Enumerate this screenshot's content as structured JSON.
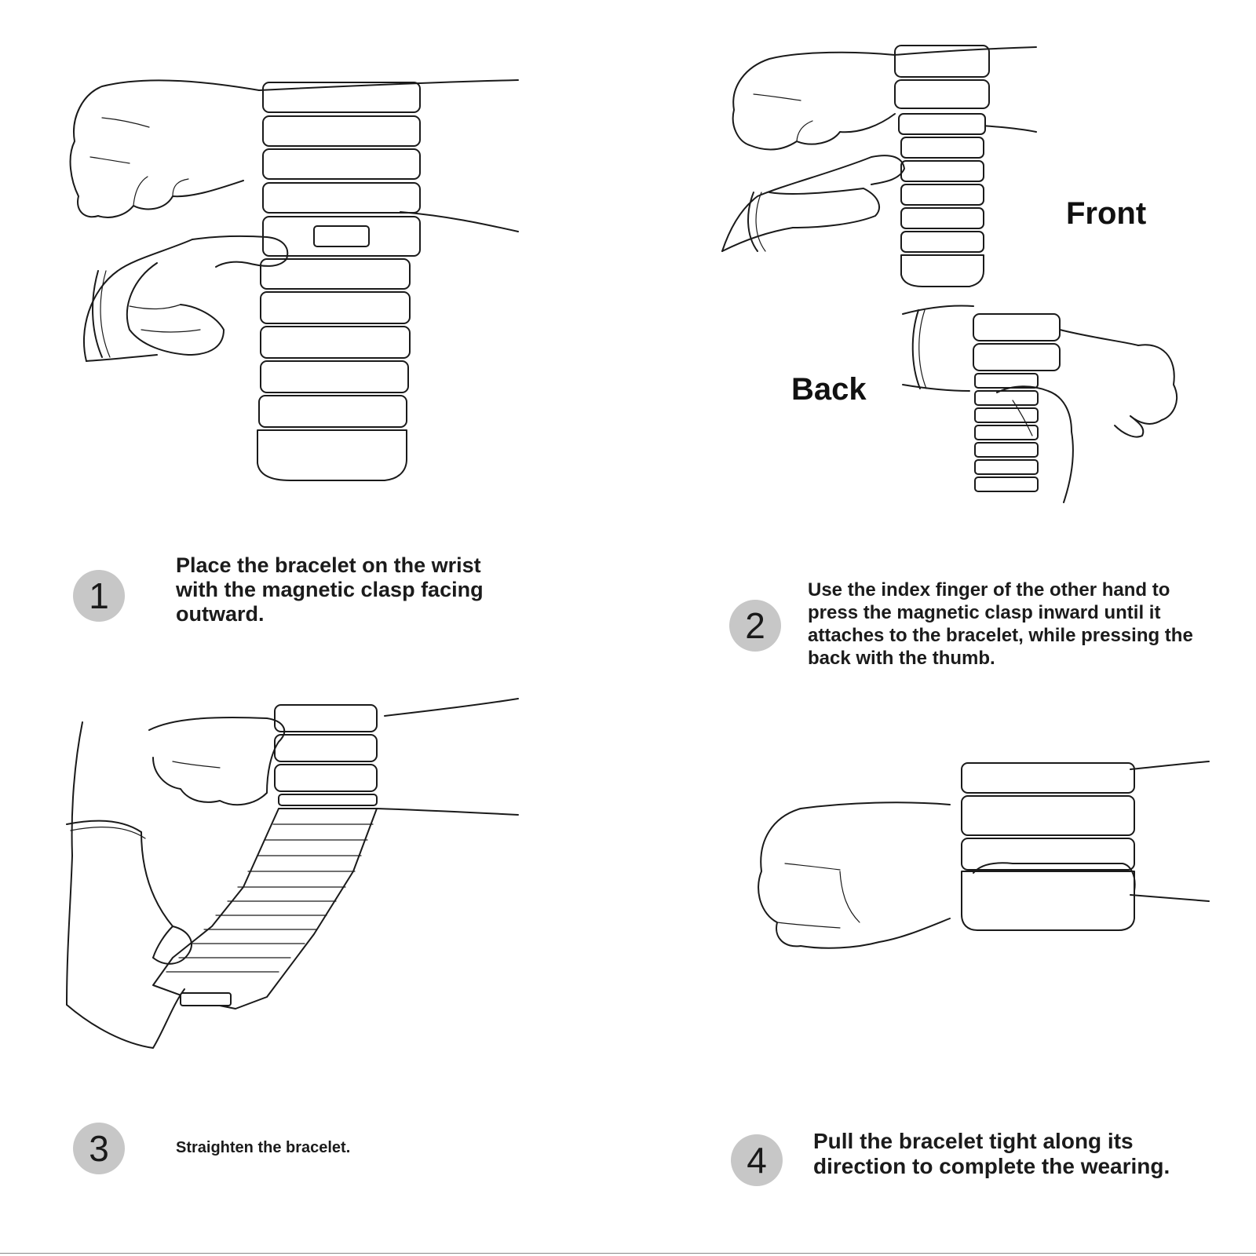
{
  "steps": [
    {
      "number": "1",
      "text": "Place the bracelet on the wrist with the magnetic clasp facing outward."
    },
    {
      "number": "2",
      "text": "Use the index finger of the other hand to press the magnetic clasp inward until it attaches to the bracelet, while pressing the back with the thumb."
    },
    {
      "number": "3",
      "text": "Straighten the bracelet."
    },
    {
      "number": "4",
      "text": "Pull the bracelet tight along its direction to complete the wearing."
    }
  ],
  "labels": {
    "front": "Front",
    "back": "Back"
  },
  "colors": {
    "badge": "#c7c7c7",
    "line": "#1a1a1a",
    "background": "#ffffff"
  }
}
